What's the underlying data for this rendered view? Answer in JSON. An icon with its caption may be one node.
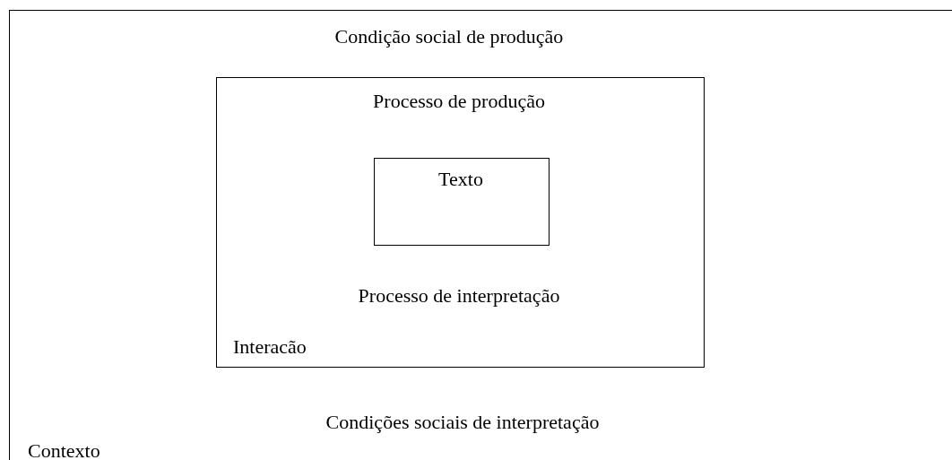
{
  "diagram": {
    "nodes": [
      {
        "text": [
          "Condição social de produção",
          "Condições sociais de interpretação",
          "Contexto"
        ]
      },
      {
        "text": [
          "Processo de produção",
          "Processo de interpretação",
          "Interacão"
        ],
        "in": 0
      },
      {
        "text": [
          "Texto"
        ],
        "in": 1
      }
    ]
  }
}
